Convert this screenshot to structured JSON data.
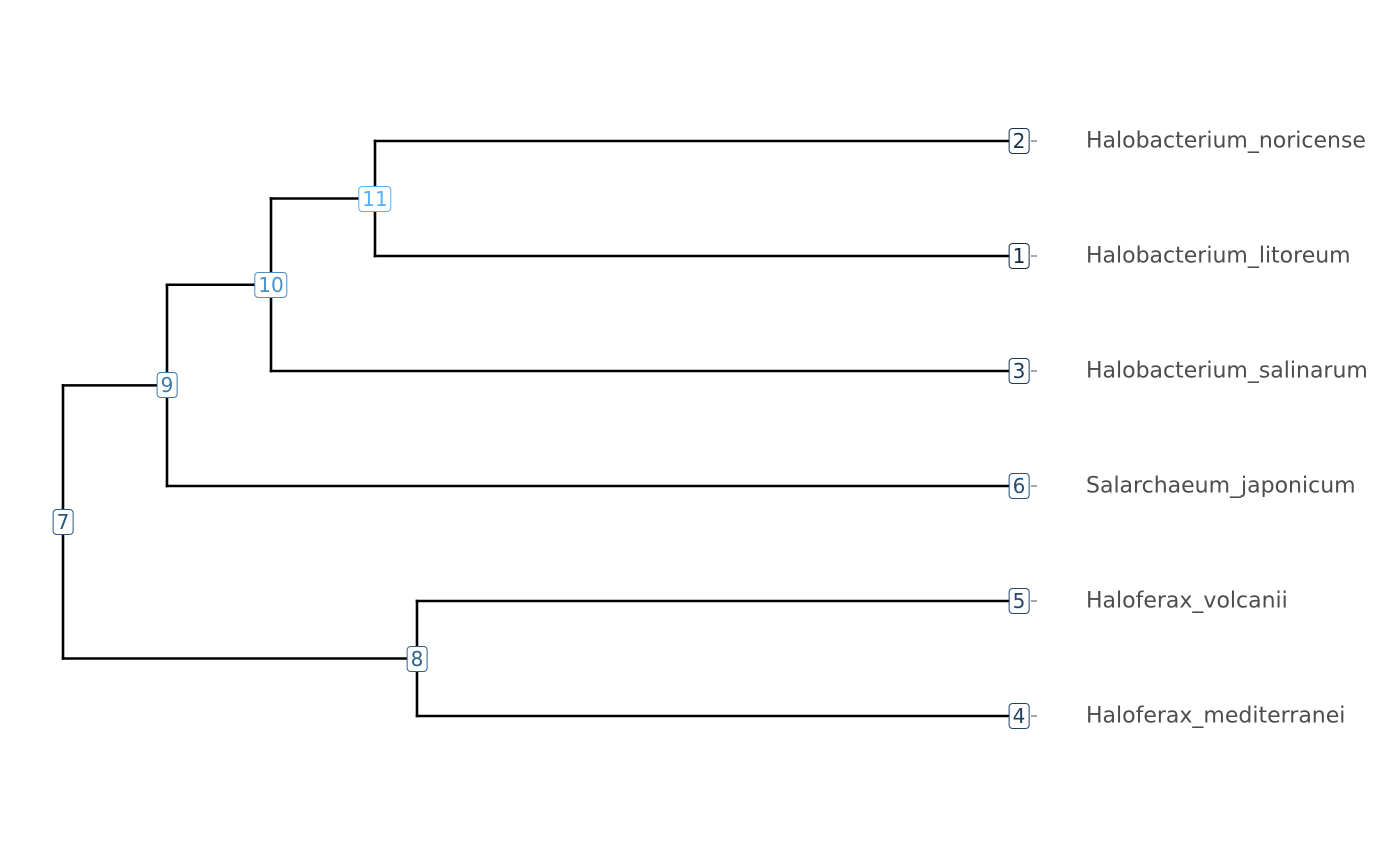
{
  "tree": {
    "root": "7",
    "nodes": {
      "7": {
        "children": [
          "9",
          "8"
        ]
      },
      "9": {
        "children": [
          "10",
          "6"
        ]
      },
      "10": {
        "children": [
          "11",
          "3"
        ]
      },
      "11": {
        "children": [
          "2",
          "1"
        ]
      },
      "8": {
        "children": [
          "5",
          "4"
        ]
      }
    },
    "tips": [
      {
        "id": "2",
        "label": "Halobacterium_noricense"
      },
      {
        "id": "1",
        "label": "Halobacterium_litoreum"
      },
      {
        "id": "3",
        "label": "Halobacterium_salinarum"
      },
      {
        "id": "6",
        "label": "Salarchaeum_japonicum"
      },
      {
        "id": "5",
        "label": "Haloferax_volcanii"
      },
      {
        "id": "4",
        "label": "Haloferax_mediterranei"
      }
    ],
    "node_colors": {
      "1": "#132b43",
      "2": "#16324d",
      "3": "#1a3a57",
      "4": "#1e4262",
      "5": "#22496c",
      "6": "#265177",
      "7": "#2a5982",
      "8": "#2e618d",
      "9": "#3a79a9",
      "10": "#4a91c8",
      "11": "#56b1f7"
    },
    "edge_color": "#000000",
    "label_color": "#4d4d4d"
  }
}
